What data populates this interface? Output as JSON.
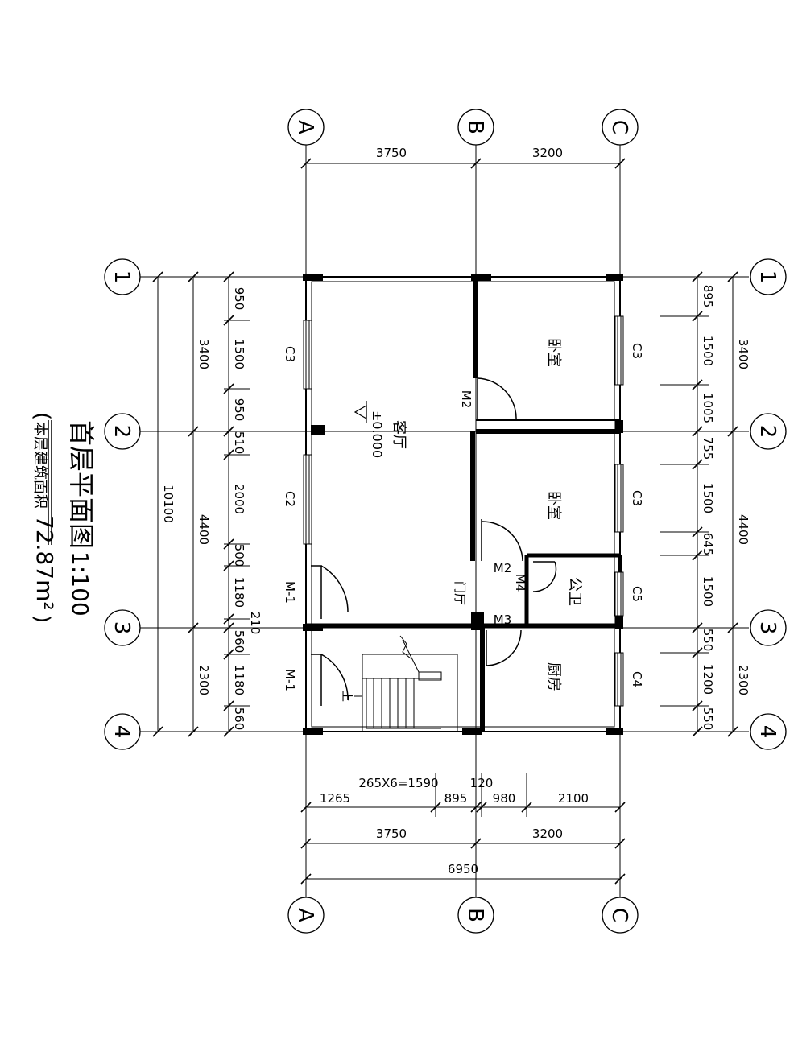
{
  "axes": {
    "letters": [
      "A",
      "B",
      "C"
    ],
    "numbers": [
      "1",
      "2",
      "3",
      "4"
    ]
  },
  "dims": {
    "top": [
      "3750",
      "3200"
    ],
    "bottom_row1": [
      "1265",
      "265X6=1590",
      "895",
      "120",
      "980",
      "2100"
    ],
    "bottom_row2": [
      "3750",
      "3200"
    ],
    "bottom_total": "6950",
    "left_outer": "10100",
    "left_mid": [
      "3400",
      "4400",
      "2300"
    ],
    "left_inner": [
      "950",
      "1500",
      "950",
      "510",
      "2000",
      "500",
      "1180",
      "210",
      "560",
      "1180",
      "560"
    ],
    "right_inner": [
      "895",
      "1500",
      "1005",
      "755",
      "1500",
      "645",
      "1500",
      "550",
      "1200",
      "550"
    ],
    "right_mid": [
      "3400",
      "4400",
      "2300"
    ]
  },
  "rooms": {
    "living": "客厅",
    "elevation": "±0.000",
    "bedroom1": "卧室",
    "bedroom2": "卧室",
    "toilet": "公卫",
    "kitchen": "厨房",
    "foyer": "门厅",
    "stair_up": "上"
  },
  "openings": {
    "left_windows": [
      "C3",
      "C2"
    ],
    "right_windows": [
      "C3",
      "C3",
      "C5",
      "C4"
    ],
    "left_doors": [
      "M-1",
      "M-1"
    ],
    "inner_doors": [
      "M2",
      "M2",
      "M4",
      "M3"
    ]
  },
  "title": {
    "main": "首层平面图",
    "scale": "1:100",
    "area_label": "本层建筑面积",
    "area_value": "72.87m²"
  }
}
